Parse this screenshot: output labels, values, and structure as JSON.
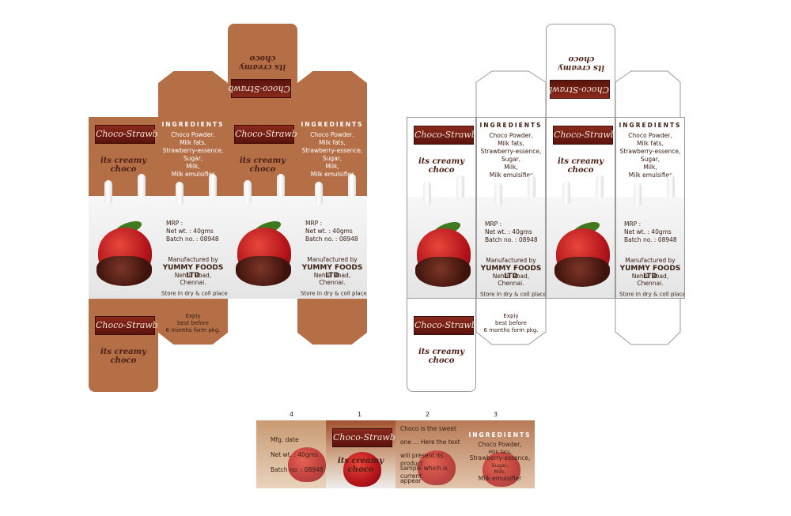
{
  "brand": {
    "logo_text": "Choco-Strawbery",
    "tagline": "its creamy choco"
  },
  "ingredients": {
    "heading": "INGREDIENTS",
    "lines": [
      "Choco Powder,",
      "Milk fats,",
      "Strawberry-essence,",
      "Sugar,",
      "Milk,",
      "Milk emulsifier"
    ]
  },
  "info": {
    "mrp": "MRP :",
    "net": "Net wt. : 40gms",
    "batch": "Batch no. : 08948"
  },
  "manufacturer": {
    "label": "Manufactured by",
    "company": "YUMMY FOODS LTD",
    "address1": "Nehru Road,",
    "address2": "Chennai."
  },
  "storage": "Store in dry & coll place",
  "expiry": {
    "line1": "Expiy",
    "line2": "best before",
    "line3": "6 months form pkg."
  },
  "bottom_strip": {
    "numbers": [
      "4",
      "1",
      "2",
      "3"
    ],
    "mfg_date": "Mfg. date",
    "net": "Net wt. : 40gms",
    "batch": "Batch no. : 08948",
    "text_lines": [
      "Choco is the sweet",
      "one ... Here the text",
      "will present its product",
      "sample which is current",
      "appear"
    ]
  },
  "colors": {
    "brown": "#b46f47",
    "logo_red": "#7a1f14",
    "text_dark": "#3a2015"
  }
}
